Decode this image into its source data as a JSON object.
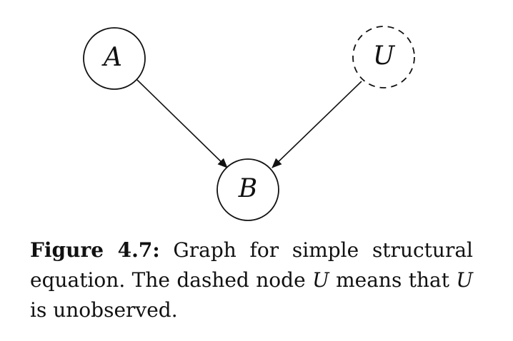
{
  "diagram": {
    "nodes": [
      {
        "id": "A",
        "label": "A",
        "observed": true
      },
      {
        "id": "U",
        "label": "U",
        "observed": false
      },
      {
        "id": "B",
        "label": "B",
        "observed": true
      }
    ],
    "edges": [
      {
        "from": "A",
        "to": "B"
      },
      {
        "from": "U",
        "to": "B"
      }
    ]
  },
  "caption": {
    "figure_label": "Figure 4.7:",
    "text_1": " Graph for simple structural equation. The dashed node ",
    "var_1": "U",
    "text_2": " means that ",
    "var_2": "U",
    "text_3": " is unobserved."
  },
  "colors": {
    "ink": "#111111",
    "background": "#ffffff"
  }
}
